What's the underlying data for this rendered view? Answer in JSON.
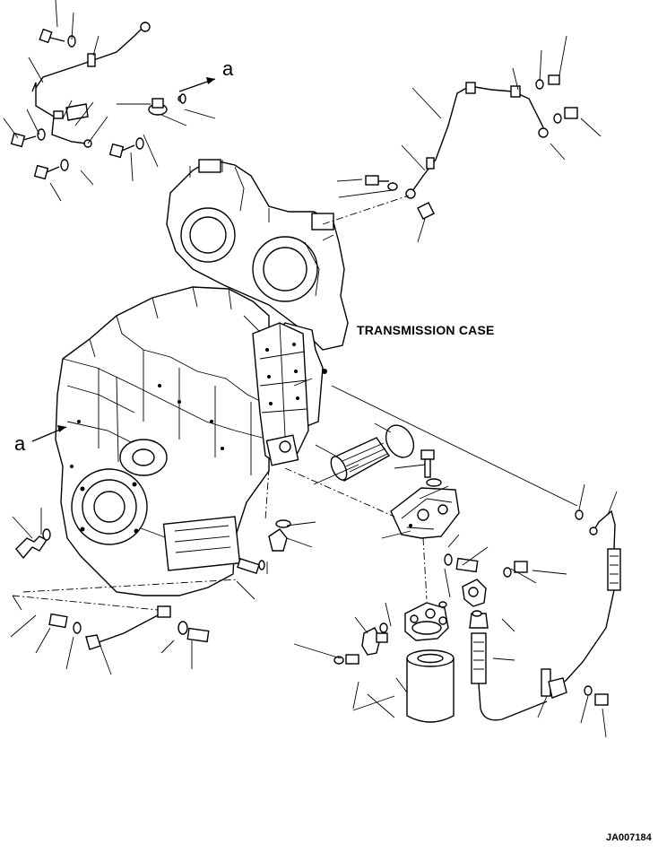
{
  "labels": {
    "case": "TRANSMISSION CASE",
    "ref_top": "a",
    "ref_left": "a",
    "drawing_code": "JA007184"
  },
  "colors": {
    "ink": "#000000",
    "paper": "#ffffff"
  }
}
